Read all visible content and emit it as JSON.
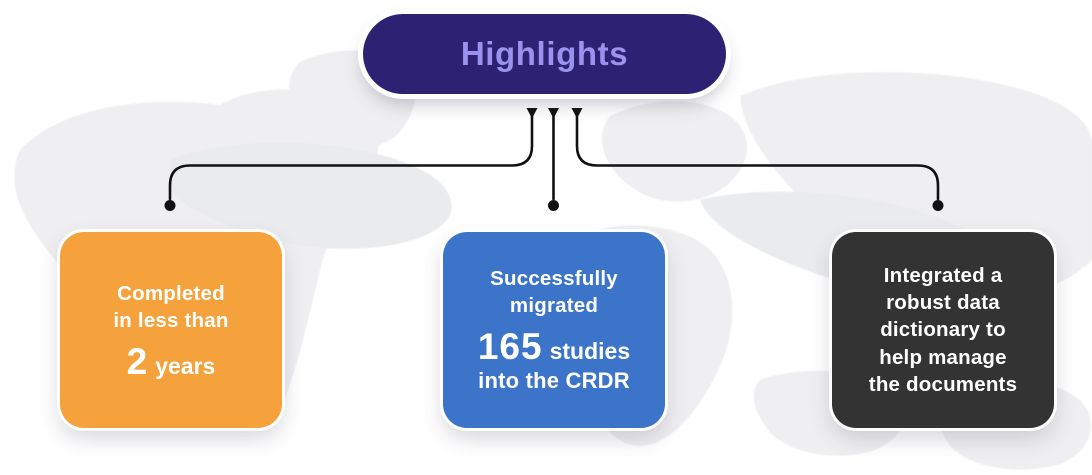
{
  "title": "Highlights",
  "colors": {
    "background": "#FFFFFF",
    "map_land": "#EFEFF1",
    "pill_bg": "#2C2173",
    "pill_text": "#9A92EC",
    "connector": "#111111",
    "card_text": "#FFFFFF",
    "card_orange": "#F5A23C",
    "card_blue": "#3B74C8",
    "card_dark": "#333333"
  },
  "cards": [
    {
      "bg": "#F5A23C",
      "lines": [
        "Completed",
        "in less than"
      ],
      "stat_value": "2",
      "stat_unit": "years"
    },
    {
      "bg": "#3B74C8",
      "lines": [
        "Successfully",
        "migrated"
      ],
      "stat_value": "165",
      "stat_unit": "studies",
      "footer": "into the CRDR"
    },
    {
      "bg": "#333333",
      "lines": [
        "Integrated a",
        "robust data",
        "dictionary to",
        "help manage",
        "the documents"
      ]
    }
  ]
}
